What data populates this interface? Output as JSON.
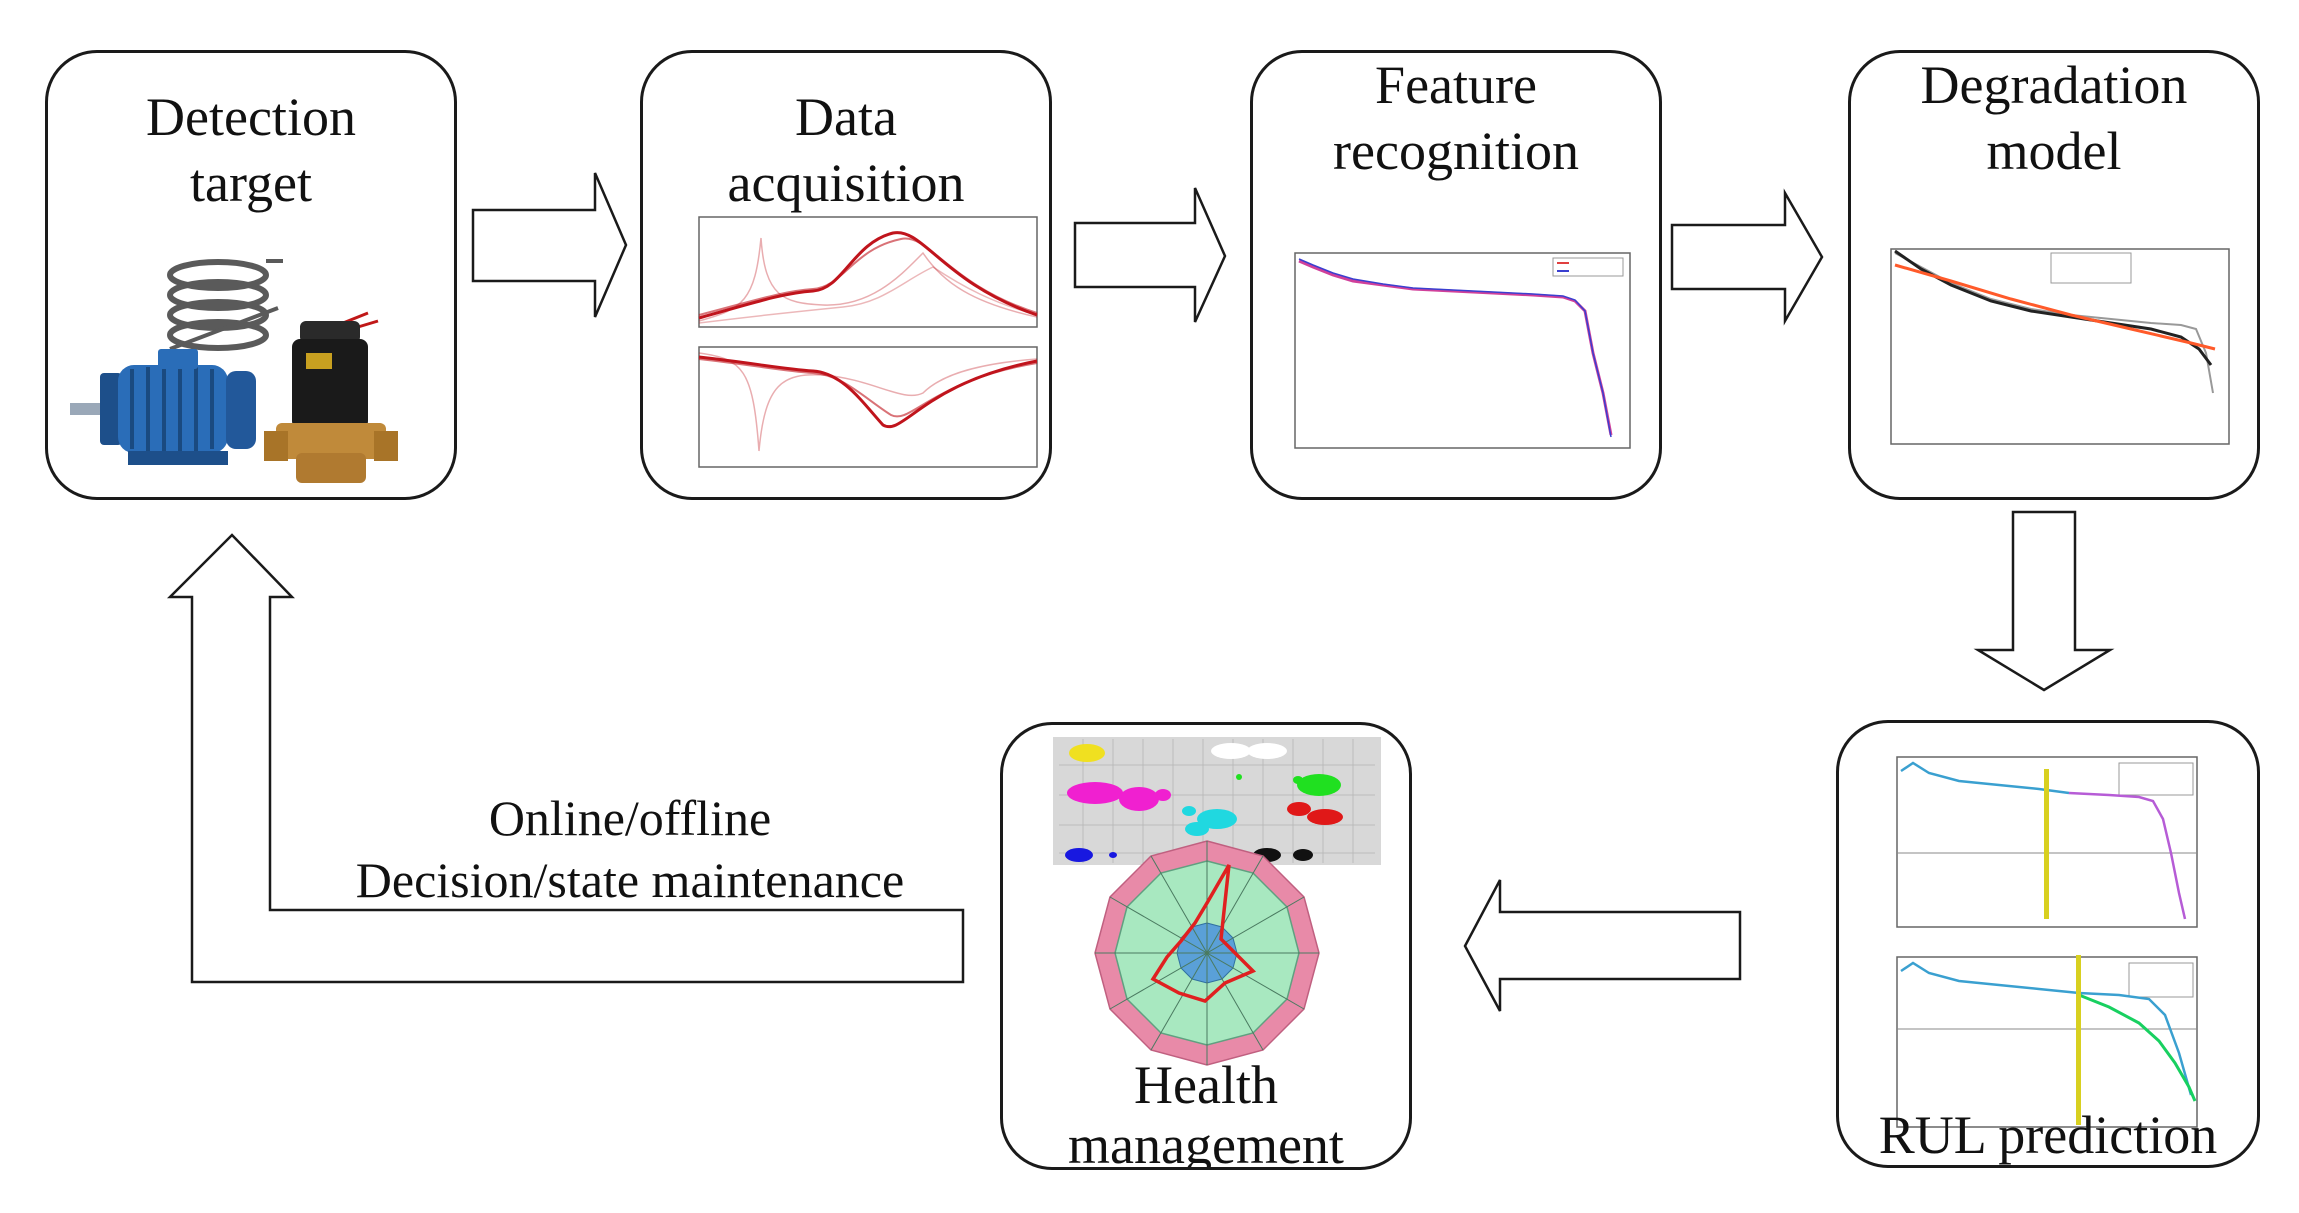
{
  "boxes": {
    "detection": {
      "line1": "Detection",
      "line2": "target"
    },
    "acquisition": {
      "line1": "Data",
      "line2": "acquisition"
    },
    "feature": {
      "line1": "Feature",
      "line2": "recognition"
    },
    "degradation": {
      "line1": "Degradation",
      "line2": "model"
    },
    "rul": {
      "label": "RUL prediction"
    },
    "health": {
      "line1": "Health",
      "line2": "management"
    }
  },
  "feedback": {
    "line1": "Online/offline",
    "line2": "Decision/state maintenance"
  },
  "colors": {
    "border": "#1a1a1a",
    "impedance_red": "#c0141c",
    "feature_blue": "#3a3fd0",
    "feature_magenta": "#d0409a",
    "degradation_orange": "#ff5a2a",
    "rul_cyan": "#3aa0d0",
    "rul_purple": "#b65cd6",
    "rul_green": "#18d060",
    "rul_yellow": "#d8d020",
    "radar_pink": "#e88aa8",
    "radar_green": "#a8e8c0",
    "radar_red": "#e02020"
  },
  "icons": [
    "coil-spring-icon",
    "electric-motor-icon",
    "solenoid-valve-icon"
  ]
}
